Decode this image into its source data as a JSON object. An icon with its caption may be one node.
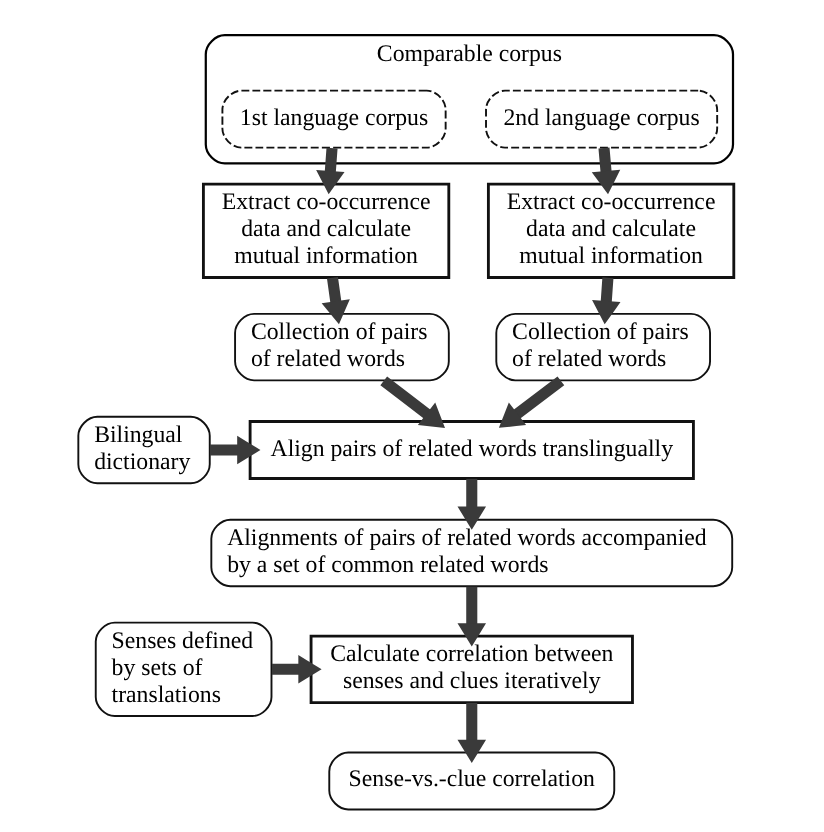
{
  "diagram": {
    "nodes": [
      {
        "text": [
          "Comparable corpus"
        ]
      },
      {
        "text": [
          "1st language corpus"
        ],
        "in": 0
      },
      {
        "text": [
          "2nd language corpus"
        ],
        "in": 0
      },
      {
        "text": [
          "Extract co-occurrence data and calculate mutual information"
        ]
      },
      {
        "text": [
          "Extract co-occurrence data and calculate mutual information"
        ]
      },
      {
        "text": [
          "Collection of pairs of related words"
        ]
      },
      {
        "text": [
          "Collection of pairs of related words"
        ]
      },
      {
        "text": [
          "Bilingual dictionary"
        ]
      },
      {
        "text": [
          "Align pairs of related words translingually"
        ]
      },
      {
        "text": [
          "Alignments of pairs of related words accompanied by a set of common related words"
        ]
      },
      {
        "text": [
          "Senses defined by sets of translations"
        ]
      },
      {
        "text": [
          "Calculate correlation between senses and clues iteratively"
        ]
      },
      {
        "text": [
          "Sense-vs.-clue correlation"
        ]
      }
    ],
    "edges": [
      {
        "from": 1,
        "to": 3,
        "arrow": "to"
      },
      {
        "from": 2,
        "to": 4,
        "arrow": "to"
      },
      {
        "from": 3,
        "to": 5,
        "arrow": "to"
      },
      {
        "from": 4,
        "to": 6,
        "arrow": "to"
      },
      {
        "from": 5,
        "to": 8,
        "arrow": "to"
      },
      {
        "from": 6,
        "to": 8,
        "arrow": "to"
      },
      {
        "from": 7,
        "to": 8,
        "arrow": "to"
      },
      {
        "from": 8,
        "to": 9,
        "arrow": "to"
      },
      {
        "from": 9,
        "to": 11,
        "arrow": "to"
      },
      {
        "from": 10,
        "to": 11,
        "arrow": "to"
      },
      {
        "from": 11,
        "to": 12,
        "arrow": "to"
      }
    ]
  }
}
